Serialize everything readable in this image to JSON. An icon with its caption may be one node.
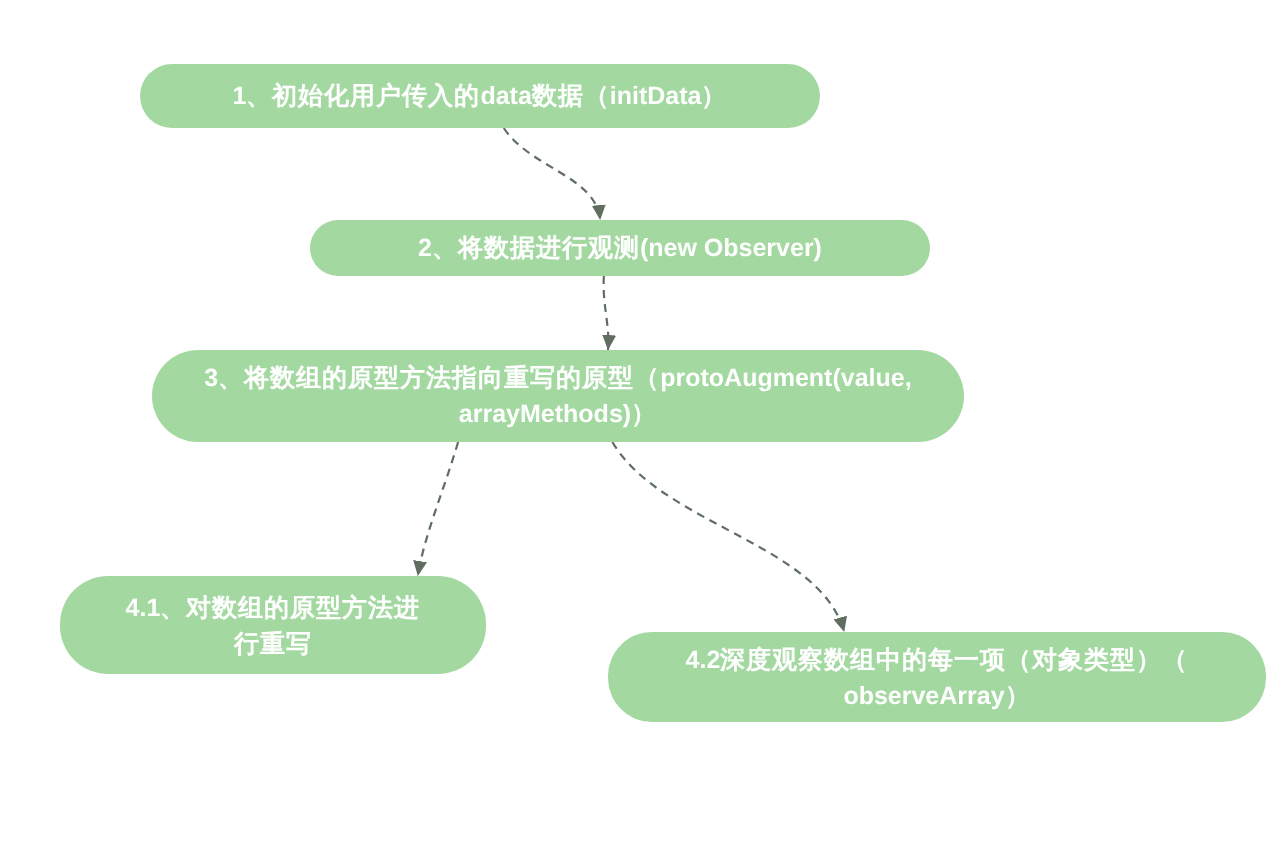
{
  "diagram": {
    "nodes": [
      {
        "text": [
          "1、初始化用户传入的data数据（initData）"
        ]
      },
      {
        "text": [
          "2、将数据进行观测(new Observer)"
        ]
      },
      {
        "text": [
          "3、将数组的原型方法指向重写的原型（protoAugment(value, arrayMethods)）"
        ]
      },
      {
        "text": [
          "4.1、对数组的原型方法进行重写"
        ]
      },
      {
        "text": [
          "4.2深度观察数组中的每一项（对象类型）（ observeArray）"
        ]
      }
    ],
    "edges": [
      {
        "from": 0,
        "to": 1,
        "arrow": "to",
        "style": "dashed"
      },
      {
        "from": 1,
        "to": 2,
        "arrow": "to",
        "style": "dashed"
      },
      {
        "from": 2,
        "to": 3,
        "arrow": "to",
        "style": "dashed"
      },
      {
        "from": 2,
        "to": 4,
        "arrow": "to",
        "style": "dashed"
      }
    ]
  }
}
